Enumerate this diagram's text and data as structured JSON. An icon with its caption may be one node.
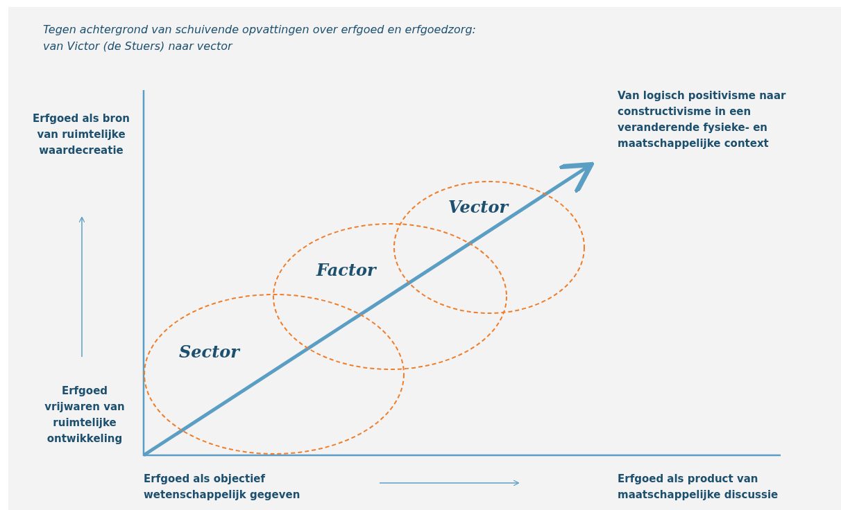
{
  "diagram": {
    "title": "Tegen achtergrond van schuivende opvattingen over erfgoed en erfgoedzorg: van Victor (de Stuers) naar vector",
    "nodes": [
      {
        "text": [
          "Sector"
        ]
      },
      {
        "text": [
          "Factor"
        ]
      },
      {
        "text": [
          "Vector"
        ]
      }
    ],
    "edges": [],
    "labels": [
      "Erfgoed als bron van ruimtelijke waardecreatie",
      "Van logisch positivisme naar constructivisme in een veranderende fysieke- en maatschappelijke context",
      "Erfgoed vrijwaren van ruimtelijke ontwikkeling",
      "Erfgoed als objectief wetenschappelijk gegeven",
      "Erfgoed als product van maatschappelijke discussie"
    ]
  }
}
